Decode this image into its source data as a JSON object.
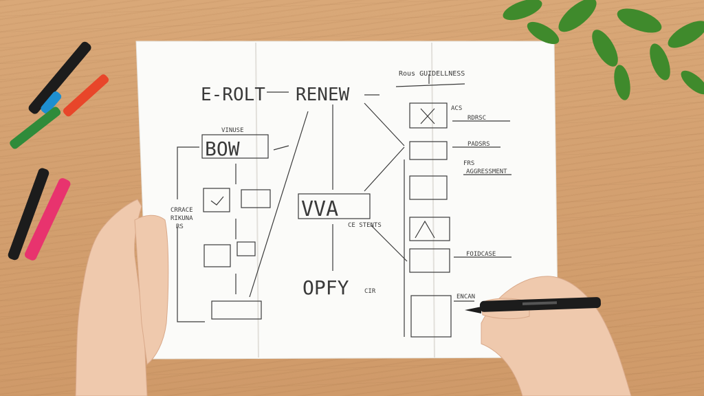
{
  "colors": {
    "desk": "#d4a171",
    "paper": "#fbfbf9",
    "ink": "#3a3a3a",
    "skin": "#efc9ad",
    "leaf": "#3f8a2c",
    "marker_blue": "#1e8fd0",
    "marker_red": "#e8462a",
    "marker_green": "#2f8b3a",
    "marker_pink": "#e8336e",
    "marker_black": "#1c1c1c"
  },
  "sketch": {
    "heading_left": "E-ROLT",
    "heading_right": "RENEW",
    "note_top_right": "Rous GUIDELLNESS",
    "label_vinuse": "VINUSE",
    "box_bow": "BOW",
    "label_left_note": "CRRACE",
    "label_left_note2": "RIKUNA",
    "label_left_note3": "RS",
    "box_vva": "VVA",
    "label_ce_stents": "CE STENTS",
    "bottom_word": "OPFY",
    "bottom_word2": "CIR",
    "side_labels": [
      "ACS",
      "RDRSC",
      "PADSRS",
      "FRS",
      "AGGRESSMENT",
      "FOIDCASE",
      "ENCAN"
    ]
  },
  "icons": [
    "plant-icon",
    "pen-icon",
    "marker-icon"
  ]
}
